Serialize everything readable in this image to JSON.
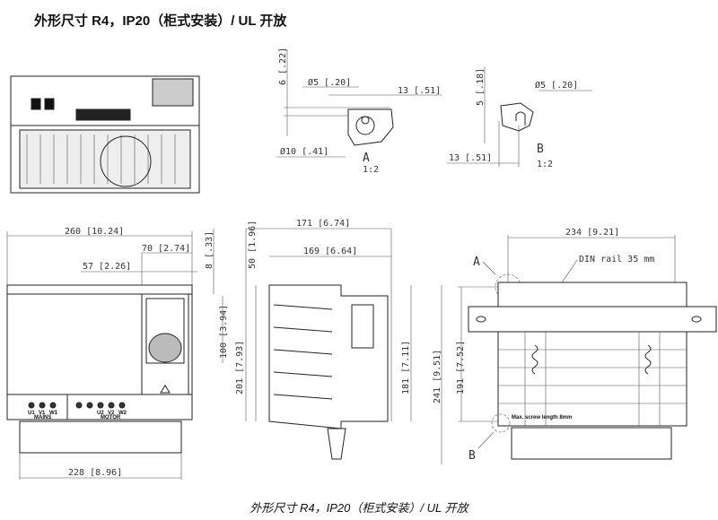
{
  "title": "外形尺寸 R4，IP20（柜式安装）/ UL 开放",
  "caption": "外形尺寸 R4，IP20（柜式安装）/ UL 开放",
  "detail_a": {
    "dim_height": "6 [.22]",
    "dim_hole": "Ø5 [.20]",
    "dim_width": "13 [.51]",
    "dim_outer": "Ø10 [.41]",
    "label": "A",
    "scale": "1:2"
  },
  "detail_b": {
    "dim_height": "5 [.18]",
    "dim_hole": "Ø5 [.20]",
    "dim_width": "13 [.51]",
    "label": "B",
    "scale": "1:2"
  },
  "front_view": {
    "width": "260 [10.24]",
    "dim_70": "70 [2.74]",
    "dim_57": "57 [2.26]",
    "dim_8": "8 [.33]",
    "dim_100": "100 [3.94]",
    "bottom": "228 [8.96]",
    "mains": "MAINS",
    "motor": "MOTOR",
    "terminals_in": [
      "U1",
      "V1",
      "W1"
    ],
    "terminals_out": [
      "U2",
      "V2",
      "W2"
    ]
  },
  "side_view": {
    "dim_171": "171 [6.74]",
    "dim_169": "169 [6.64]",
    "dim_50": "50 [1.96]",
    "dim_201": "201 [7.93]",
    "dim_181": "181 [7.11]",
    "dim_241": "241 [9.51]"
  },
  "rear_view": {
    "width": "234 [9.21]",
    "height": "191 [7.52]",
    "din": "DIN rail 35 mm",
    "screw_note": "Max. screw length 8mm",
    "label_a": "A",
    "label_b": "B"
  }
}
